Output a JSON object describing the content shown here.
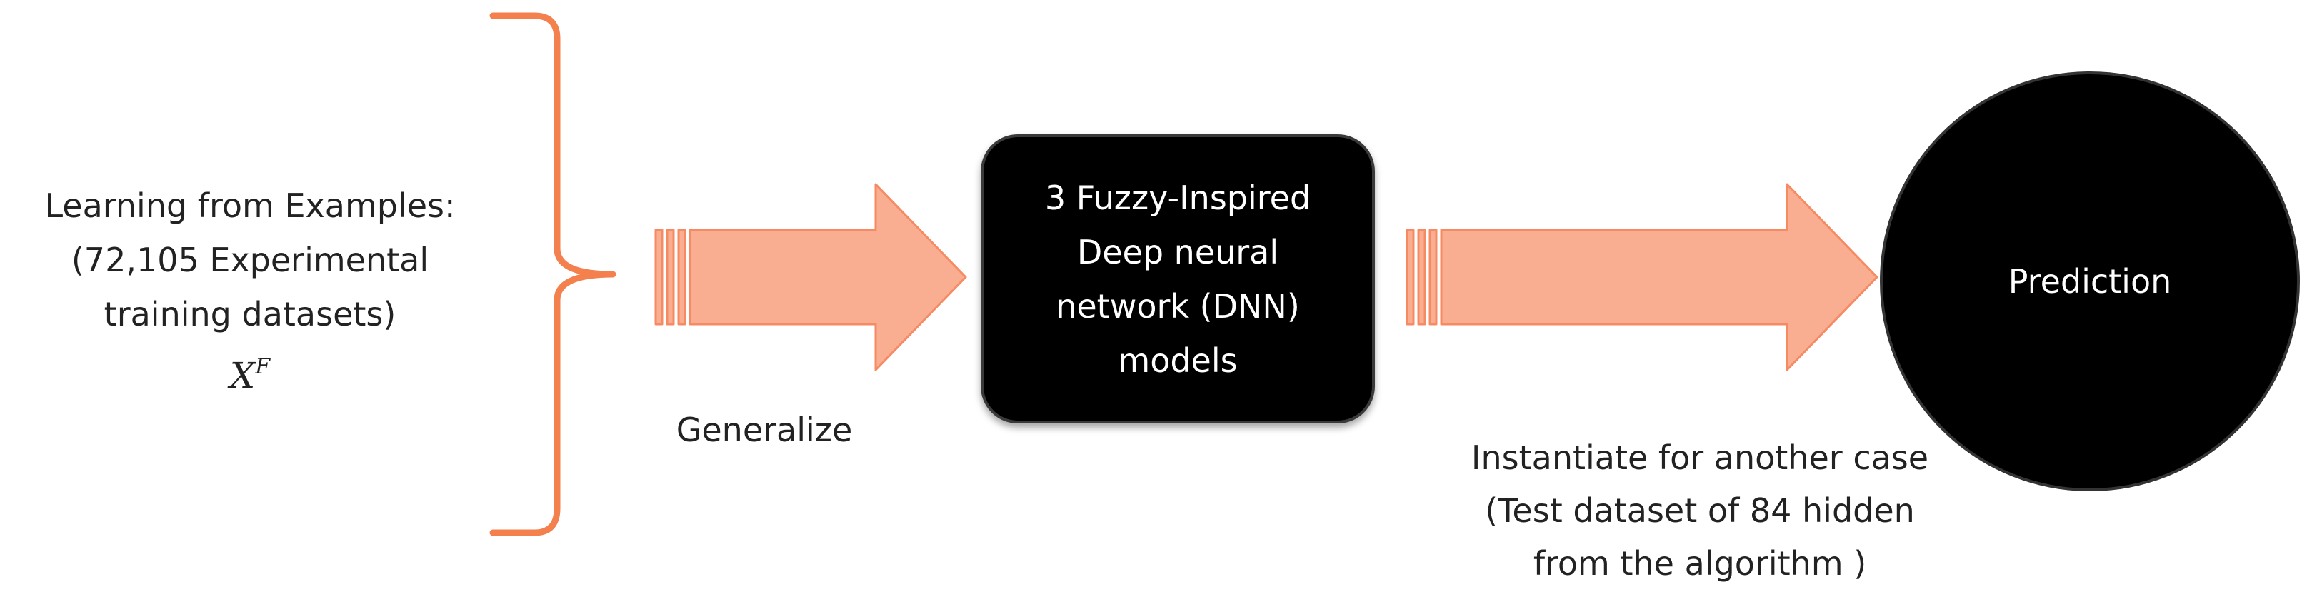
{
  "diagram": {
    "colors": {
      "bracket": "#f4804e",
      "arrow_fill": "#f9ae91",
      "arrow_stroke": "#f68a63",
      "box_fill": "#000000",
      "box_text": "#ffffff",
      "text": "#222222"
    },
    "input": {
      "lines": [
        "Learning from Examples:",
        "(72,105 Experimental",
        "training datasets)"
      ],
      "symbol": "X",
      "superscript": "F"
    },
    "arrow_1": {
      "label": "Generalize"
    },
    "model_box": {
      "lines": [
        "3 Fuzzy-Inspired",
        "Deep neural",
        "network (DNN)",
        "models"
      ]
    },
    "arrow_2": {
      "label_lines": [
        "Instantiate for another case",
        "(Test dataset of 84 hidden",
        "from the algorithm )"
      ]
    },
    "output": {
      "label": "Prediction"
    }
  }
}
